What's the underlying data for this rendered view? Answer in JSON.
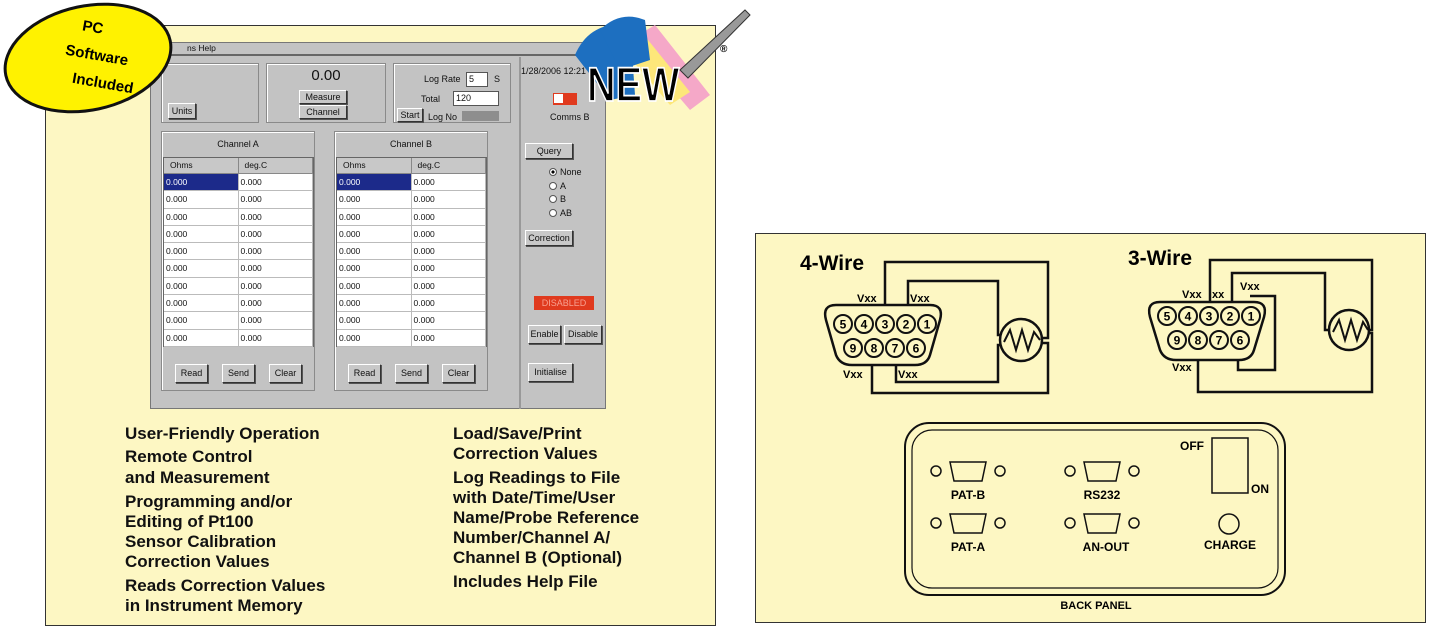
{
  "badge": {
    "line1": "PC",
    "line2": "Software",
    "line3": "Included"
  },
  "new_logo": {
    "text": "NEW",
    "mark": "®"
  },
  "software": {
    "menu": "ns   Help",
    "units_button": "Units",
    "reading": "0.00",
    "measure_button": "Measure",
    "channel_button": "Channel",
    "log_rate_label": "Log Rate",
    "log_rate_value": "5",
    "log_rate_unit": "S",
    "total_label": "Total",
    "total_value": "120",
    "start_button": "Start",
    "log_no_label": "Log No",
    "datetime": "1/28/2006 12:21",
    "comms_label": "Comms B",
    "query_button": "Query",
    "radios": [
      {
        "label": "None",
        "checked": true
      },
      {
        "label": "A",
        "checked": false
      },
      {
        "label": "B",
        "checked": false
      },
      {
        "label": "AB",
        "checked": false
      }
    ],
    "correction_button": "Correction",
    "status": "DISABLED",
    "enable_button": "Enable",
    "disable_button": "Disable",
    "initialise_button": "Initialise",
    "channels": [
      {
        "title": "Channel A",
        "columns": [
          "Ohms",
          "deg.C"
        ],
        "rows": [
          [
            "0.000",
            "0.000"
          ],
          [
            "0.000",
            "0.000"
          ],
          [
            "0.000",
            "0.000"
          ],
          [
            "0.000",
            "0.000"
          ],
          [
            "0.000",
            "0.000"
          ],
          [
            "0.000",
            "0.000"
          ],
          [
            "0.000",
            "0.000"
          ],
          [
            "0.000",
            "0.000"
          ],
          [
            "0.000",
            "0.000"
          ],
          [
            "0.000",
            "0.000"
          ]
        ],
        "buttons": [
          "Read",
          "Send",
          "Clear"
        ]
      },
      {
        "title": "Channel B",
        "columns": [
          "Ohms",
          "deg.C"
        ],
        "rows": [
          [
            "0.000",
            "0.000"
          ],
          [
            "0.000",
            "0.000"
          ],
          [
            "0.000",
            "0.000"
          ],
          [
            "0.000",
            "0.000"
          ],
          [
            "0.000",
            "0.000"
          ],
          [
            "0.000",
            "0.000"
          ],
          [
            "0.000",
            "0.000"
          ],
          [
            "0.000",
            "0.000"
          ],
          [
            "0.000",
            "0.000"
          ],
          [
            "0.000",
            "0.000"
          ]
        ],
        "buttons": [
          "Read",
          "Send",
          "Clear"
        ]
      }
    ]
  },
  "features_left": [
    "User-Friendly Operation",
    "Remote Control",
    "and Measurement",
    "Programming and/or",
    "Editing of Pt100",
    "Sensor Calibration",
    "Correction Values",
    "Reads Correction Values",
    "in Instrument Memory"
  ],
  "features_right": [
    "Load/Save/Print",
    "Correction Values",
    "Log Readings to File",
    "with Date/Time/User",
    "Name/Probe Reference",
    "Number/Channel A/",
    "Channel B (Optional)",
    "Includes Help File"
  ],
  "diagram": {
    "four_wire": {
      "title": "4-Wire",
      "labels": [
        "Vxx",
        "Vxx",
        "Vxx",
        "Vxx"
      ]
    },
    "three_wire": {
      "title": "3-Wire",
      "labels": [
        "Vxx",
        "xx",
        "Vxx",
        "Vxx"
      ]
    },
    "pins_top": [
      "5",
      "4",
      "3",
      "2",
      "1"
    ],
    "pins_bottom": [
      "9",
      "8",
      "7",
      "6"
    ]
  },
  "back_panel": {
    "title": "BACK PANEL",
    "pat_b": "PAT-B",
    "rs232": "RS232",
    "pat_a": "PAT-A",
    "an_out": "AN-OUT",
    "off": "OFF",
    "on": "ON",
    "charge": "CHARGE"
  },
  "colors": {
    "panel": "#fdf7c3",
    "status_red": "#e03a1e",
    "selection": "#1c2a8a"
  }
}
